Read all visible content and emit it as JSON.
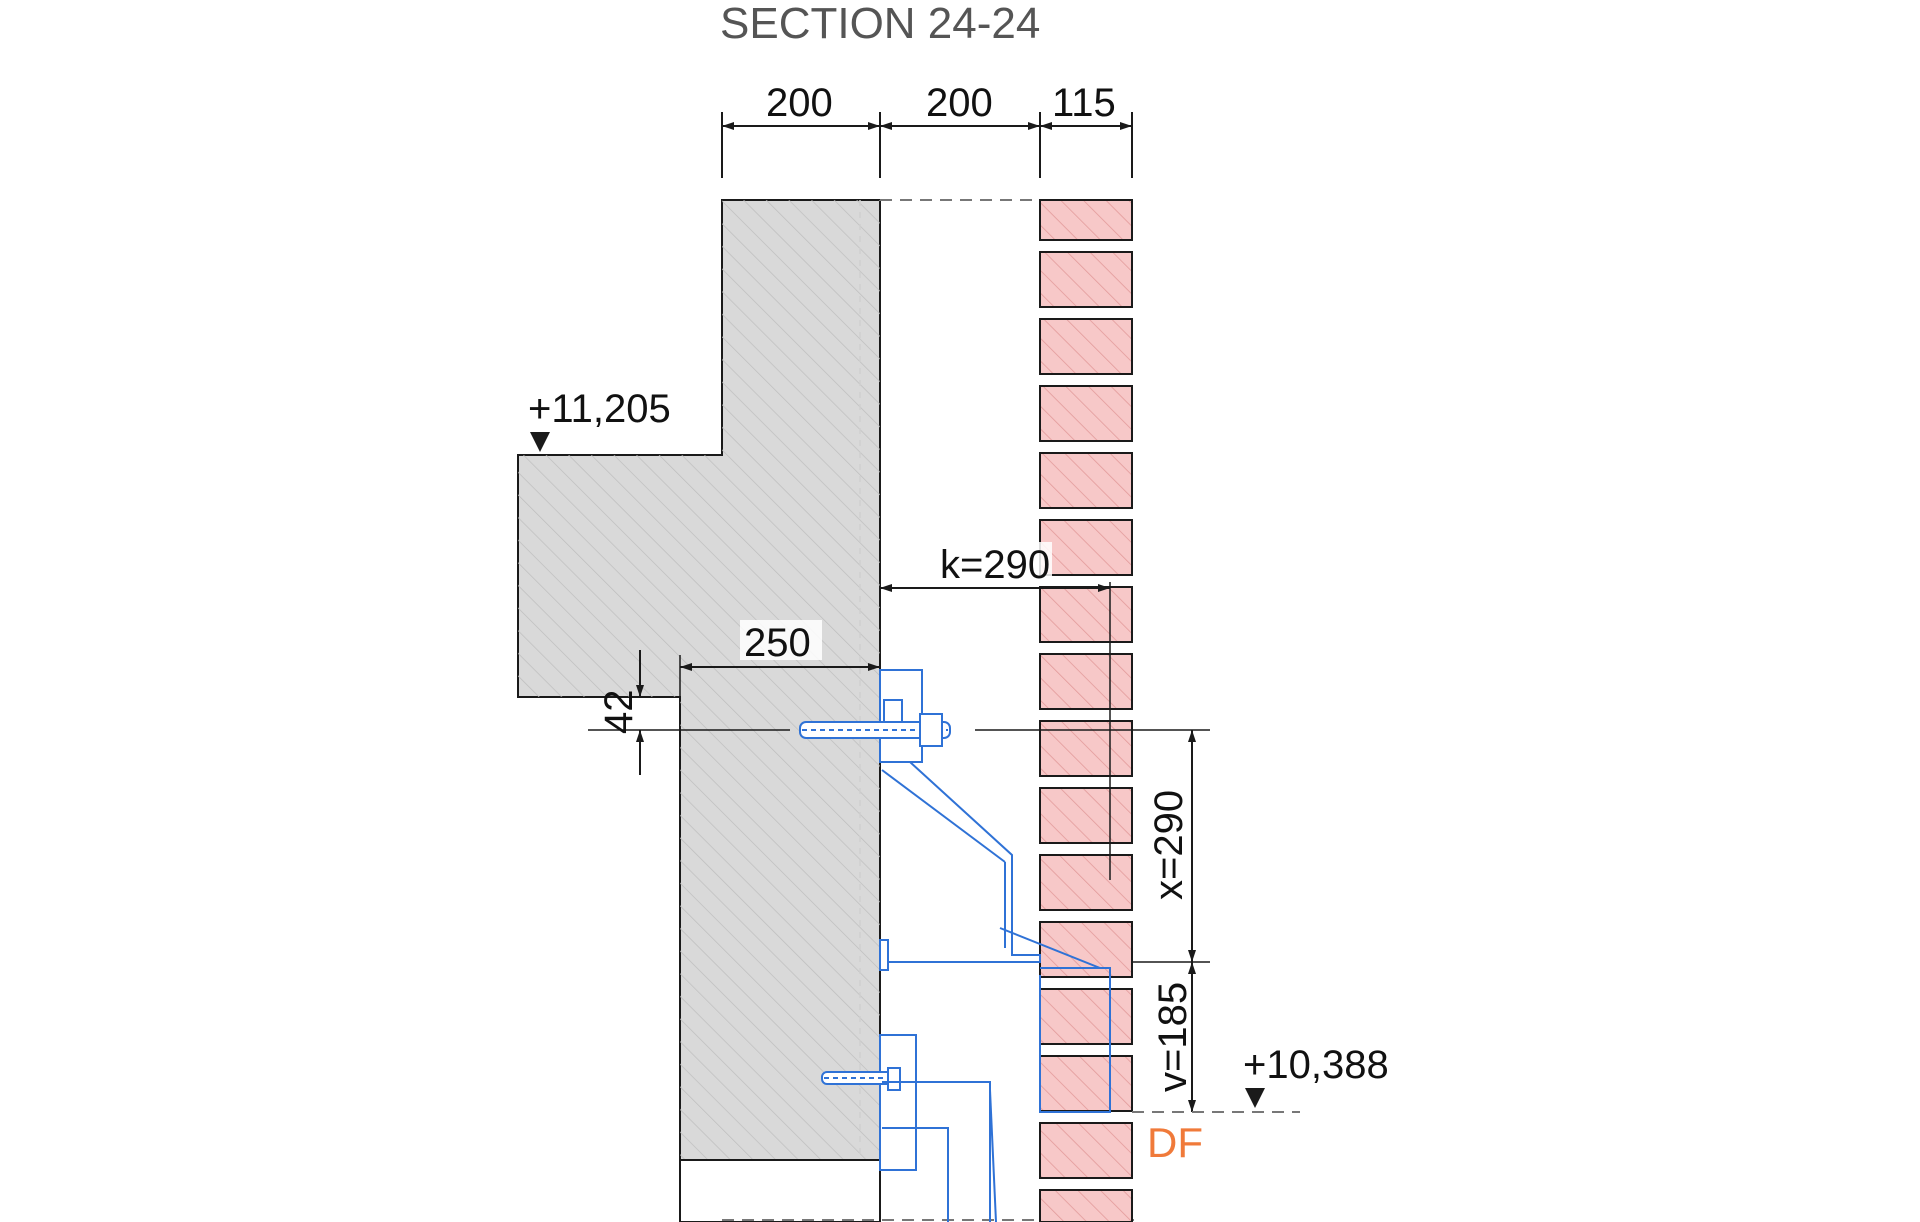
{
  "title": "SECTION 24-24",
  "dimensions": {
    "top_1": "200",
    "top_2": "200",
    "top_3": "115",
    "k": "k=290",
    "d250": "250",
    "d42": "42",
    "x": "x=290",
    "v": "v=185"
  },
  "levels": {
    "upper": "+11,205",
    "lower": "+10,388"
  },
  "label_df": "DF",
  "colors": {
    "concrete_fill": "#d9d9d9",
    "concrete_hatch": "#bdbdbd",
    "brick_fill": "#f7c8c8",
    "brick_hatch": "#e29a9a",
    "bracket_blue": "#2f72d6",
    "df_orange": "#f07a3a",
    "title_gray": "#555555",
    "line_dark": "#1a1a1a"
  }
}
